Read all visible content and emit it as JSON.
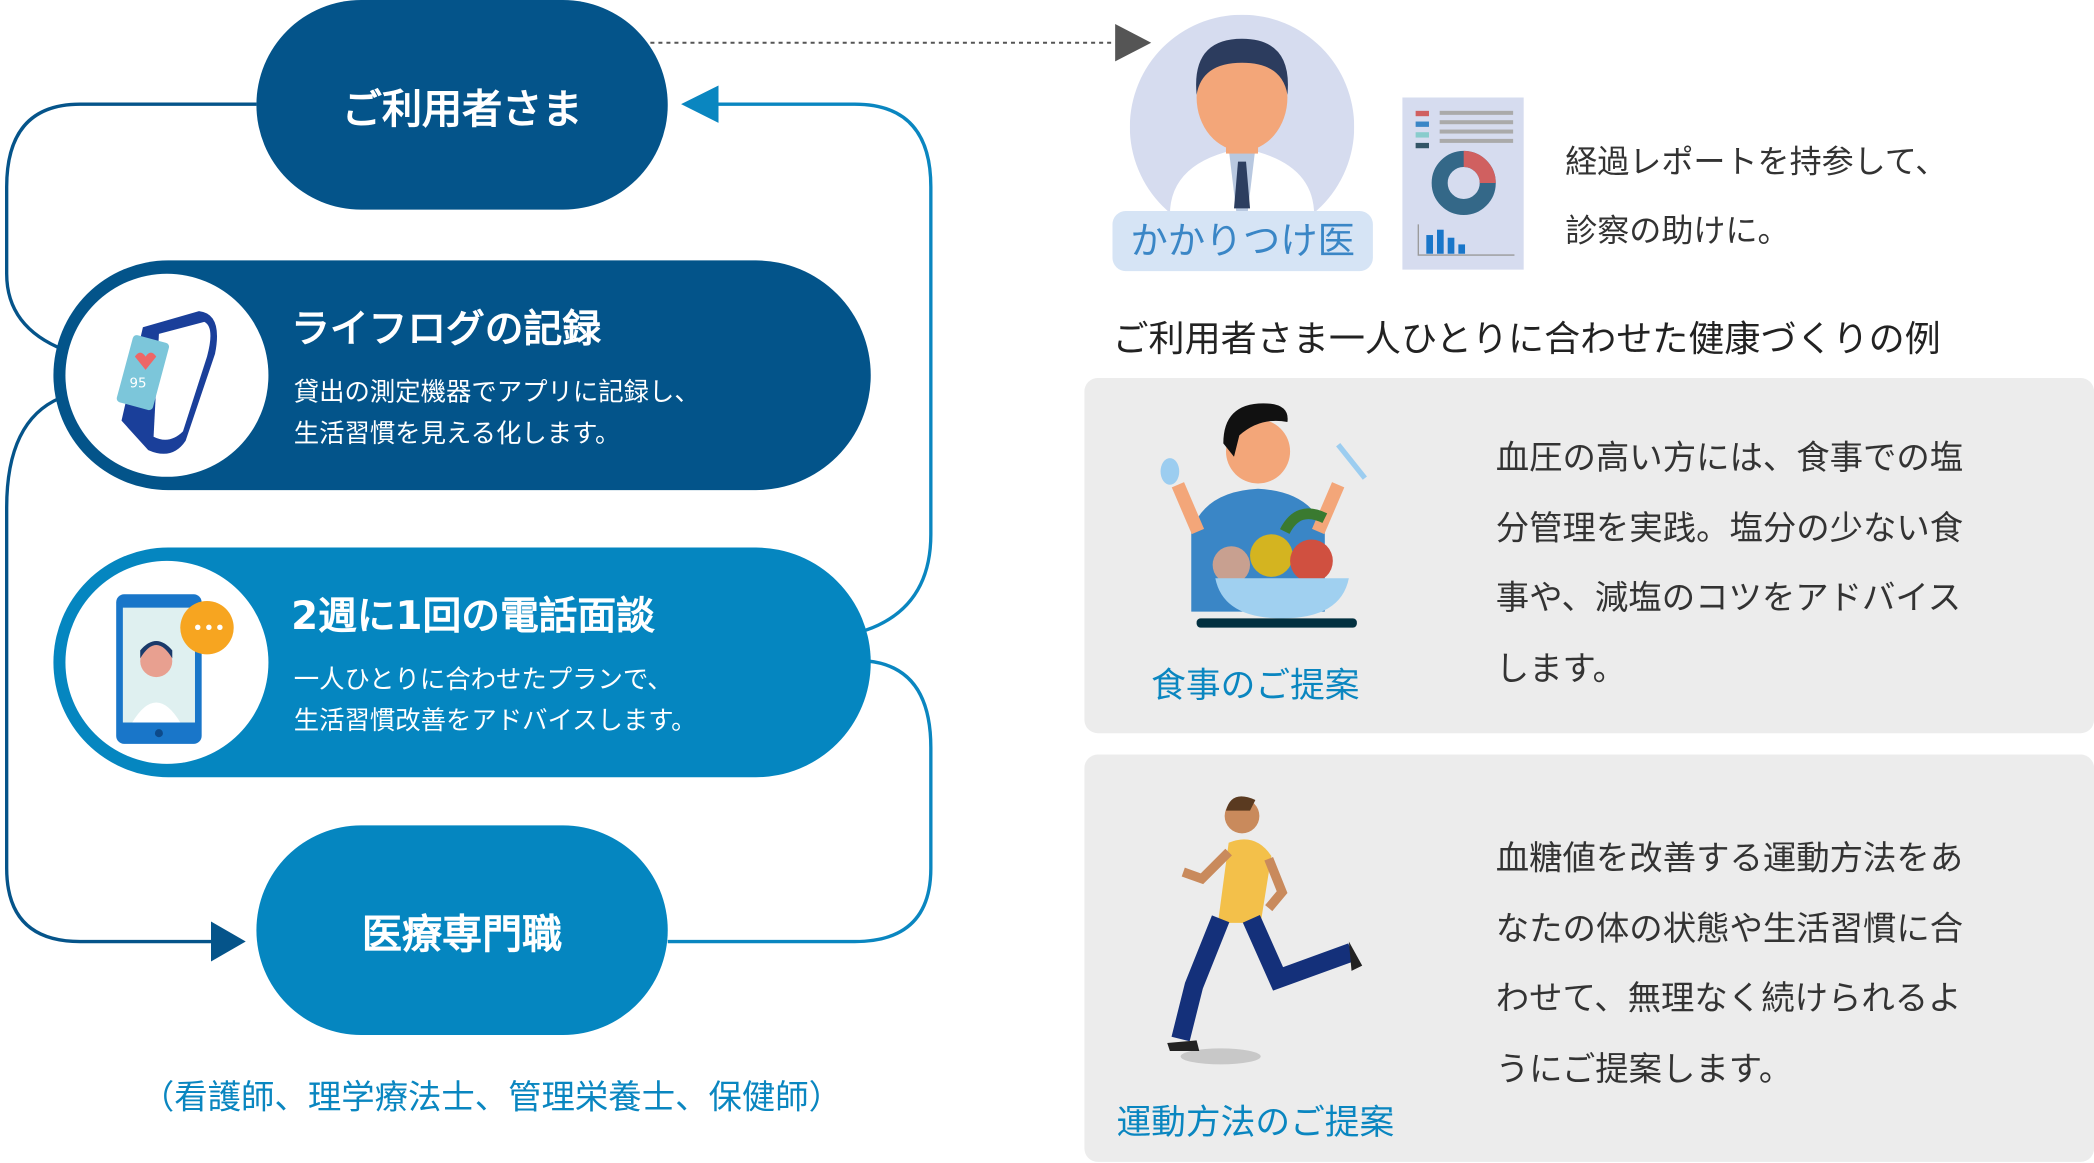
{
  "flow": {
    "user_node": "ご利用者さま",
    "lifelog": {
      "title": "ライフログの記録",
      "lines": [
        "貸出の測定機器でアプリに記録し、",
        "生活習慣を見える化します。"
      ]
    },
    "phone": {
      "title": "2週に1回の電話面談",
      "lines": [
        "一人ひとりに合わせたプランで、",
        "生活習慣改善をアドバイスします。"
      ]
    },
    "professional_node": "医療専門職",
    "professional_caption": "（看護師、理学療法士、管理栄養士、保健師）"
  },
  "doctor": {
    "label": "かかりつけ医",
    "report_lines": [
      "経過レポートを持参して、",
      "診察の助けに。"
    ]
  },
  "examples": {
    "heading": "ご利用者さま一人ひとりに合わせた健康づくりの例",
    "cards": [
      {
        "label": "食事のご提案",
        "lines": [
          "血圧の高い方には、食事での塩",
          "分管理を実践。塩分の少ない食",
          "事や、減塩のコツをアドバイス",
          "します。"
        ]
      },
      {
        "label": "運動方法のご提案",
        "lines": [
          "血糖値を改善する運動方法をあ",
          "なたの体の状態や生活習慣に合",
          "わせて、無理なく続けられるよ",
          "うにご提案します。"
        ]
      }
    ]
  },
  "watch_display": "95",
  "colors": {
    "dark_blue": "#04548a",
    "light_blue": "#0586c0",
    "accent_text": "#0a86c0",
    "card_bg": "#ececec"
  }
}
